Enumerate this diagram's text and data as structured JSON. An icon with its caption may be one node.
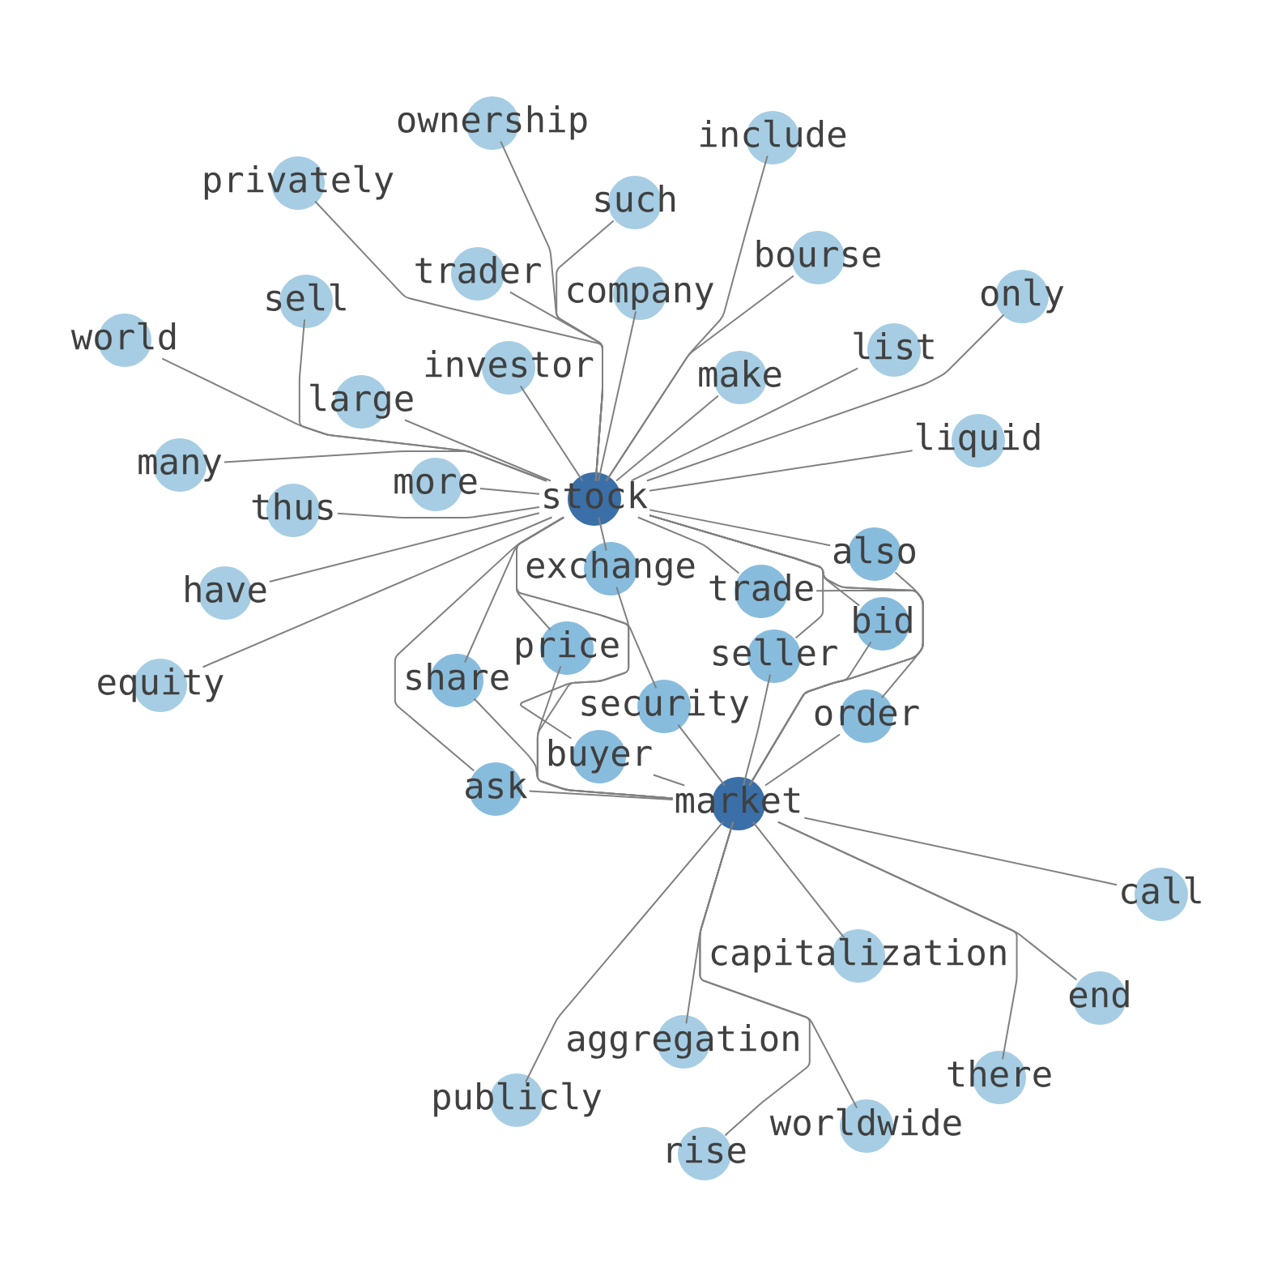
{
  "diagram": {
    "nodes": [
      {
        "text": [
          "ownership"
        ]
      },
      {
        "text": [
          "include"
        ]
      },
      {
        "text": [
          "privately"
        ]
      },
      {
        "text": [
          "such"
        ]
      },
      {
        "text": [
          "bourse"
        ]
      },
      {
        "text": [
          "trader"
        ]
      },
      {
        "text": [
          "company"
        ]
      },
      {
        "text": [
          "only"
        ]
      },
      {
        "text": [
          "sell"
        ]
      },
      {
        "text": [
          "world"
        ]
      },
      {
        "text": [
          "list"
        ]
      },
      {
        "text": [
          "investor"
        ]
      },
      {
        "text": [
          "make"
        ]
      },
      {
        "text": [
          "large"
        ]
      },
      {
        "text": [
          "liquid"
        ]
      },
      {
        "text": [
          "many"
        ]
      },
      {
        "text": [
          "more"
        ]
      },
      {
        "text": [
          "stock"
        ]
      },
      {
        "text": [
          "thus"
        ]
      },
      {
        "text": [
          "also"
        ]
      },
      {
        "text": [
          "exchange"
        ]
      },
      {
        "text": [
          "trade"
        ]
      },
      {
        "text": [
          "have"
        ]
      },
      {
        "text": [
          "bid"
        ]
      },
      {
        "text": [
          "price"
        ]
      },
      {
        "text": [
          "seller"
        ]
      },
      {
        "text": [
          "share"
        ]
      },
      {
        "text": [
          "security"
        ]
      },
      {
        "text": [
          "equity"
        ]
      },
      {
        "text": [
          "order"
        ]
      },
      {
        "text": [
          "buyer"
        ]
      },
      {
        "text": [
          "ask"
        ]
      },
      {
        "text": [
          "market"
        ]
      },
      {
        "text": [
          "call"
        ]
      },
      {
        "text": [
          "capitalization"
        ]
      },
      {
        "text": [
          "end"
        ]
      },
      {
        "text": [
          "aggregation"
        ]
      },
      {
        "text": [
          "there"
        ]
      },
      {
        "text": [
          "publicly"
        ]
      },
      {
        "text": [
          "worldwide"
        ]
      },
      {
        "text": [
          "rise"
        ]
      }
    ],
    "edges": [
      {
        "from": 17,
        "to": 0,
        "arrow": "none"
      },
      {
        "from": 17,
        "to": 1,
        "arrow": "none"
      },
      {
        "from": 17,
        "to": 2,
        "arrow": "none"
      },
      {
        "from": 17,
        "to": 3,
        "arrow": "none"
      },
      {
        "from": 17,
        "to": 4,
        "arrow": "none"
      },
      {
        "from": 17,
        "to": 5,
        "arrow": "none"
      },
      {
        "from": 17,
        "to": 6,
        "arrow": "none"
      },
      {
        "from": 17,
        "to": 7,
        "arrow": "none"
      },
      {
        "from": 17,
        "to": 8,
        "arrow": "none"
      },
      {
        "from": 17,
        "to": 9,
        "arrow": "none"
      },
      {
        "from": 17,
        "to": 10,
        "arrow": "none"
      },
      {
        "from": 17,
        "to": 11,
        "arrow": "none"
      },
      {
        "from": 17,
        "to": 12,
        "arrow": "none"
      },
      {
        "from": 17,
        "to": 13,
        "arrow": "none"
      },
      {
        "from": 17,
        "to": 14,
        "arrow": "none"
      },
      {
        "from": 17,
        "to": 15,
        "arrow": "none"
      },
      {
        "from": 17,
        "to": 16,
        "arrow": "none"
      },
      {
        "from": 17,
        "to": 18,
        "arrow": "none"
      },
      {
        "from": 17,
        "to": 19,
        "arrow": "none"
      },
      {
        "from": 17,
        "to": 20,
        "arrow": "none"
      },
      {
        "from": 17,
        "to": 21,
        "arrow": "none"
      },
      {
        "from": 17,
        "to": 22,
        "arrow": "none"
      },
      {
        "from": 17,
        "to": 23,
        "arrow": "none"
      },
      {
        "from": 17,
        "to": 24,
        "arrow": "none"
      },
      {
        "from": 17,
        "to": 25,
        "arrow": "none"
      },
      {
        "from": 17,
        "to": 26,
        "arrow": "none"
      },
      {
        "from": 17,
        "to": 27,
        "arrow": "none"
      },
      {
        "from": 17,
        "to": 28,
        "arrow": "none"
      },
      {
        "from": 17,
        "to": 29,
        "arrow": "none"
      },
      {
        "from": 17,
        "to": 30,
        "arrow": "none"
      },
      {
        "from": 17,
        "to": 31,
        "arrow": "none"
      },
      {
        "from": 17,
        "to": 32,
        "arrow": "none"
      },
      {
        "from": 32,
        "to": 19,
        "arrow": "none"
      },
      {
        "from": 32,
        "to": 20,
        "arrow": "none"
      },
      {
        "from": 32,
        "to": 21,
        "arrow": "none"
      },
      {
        "from": 32,
        "to": 23,
        "arrow": "none"
      },
      {
        "from": 32,
        "to": 24,
        "arrow": "none"
      },
      {
        "from": 32,
        "to": 25,
        "arrow": "none"
      },
      {
        "from": 32,
        "to": 26,
        "arrow": "none"
      },
      {
        "from": 32,
        "to": 27,
        "arrow": "none"
      },
      {
        "from": 32,
        "to": 29,
        "arrow": "none"
      },
      {
        "from": 32,
        "to": 30,
        "arrow": "none"
      },
      {
        "from": 32,
        "to": 31,
        "arrow": "none"
      },
      {
        "from": 32,
        "to": 33,
        "arrow": "none"
      },
      {
        "from": 32,
        "to": 34,
        "arrow": "none"
      },
      {
        "from": 32,
        "to": 35,
        "arrow": "none"
      },
      {
        "from": 32,
        "to": 36,
        "arrow": "none"
      },
      {
        "from": 32,
        "to": 37,
        "arrow": "none"
      },
      {
        "from": 32,
        "to": 38,
        "arrow": "none"
      },
      {
        "from": 32,
        "to": 39,
        "arrow": "none"
      },
      {
        "from": 32,
        "to": 40,
        "arrow": "none"
      }
    ]
  }
}
